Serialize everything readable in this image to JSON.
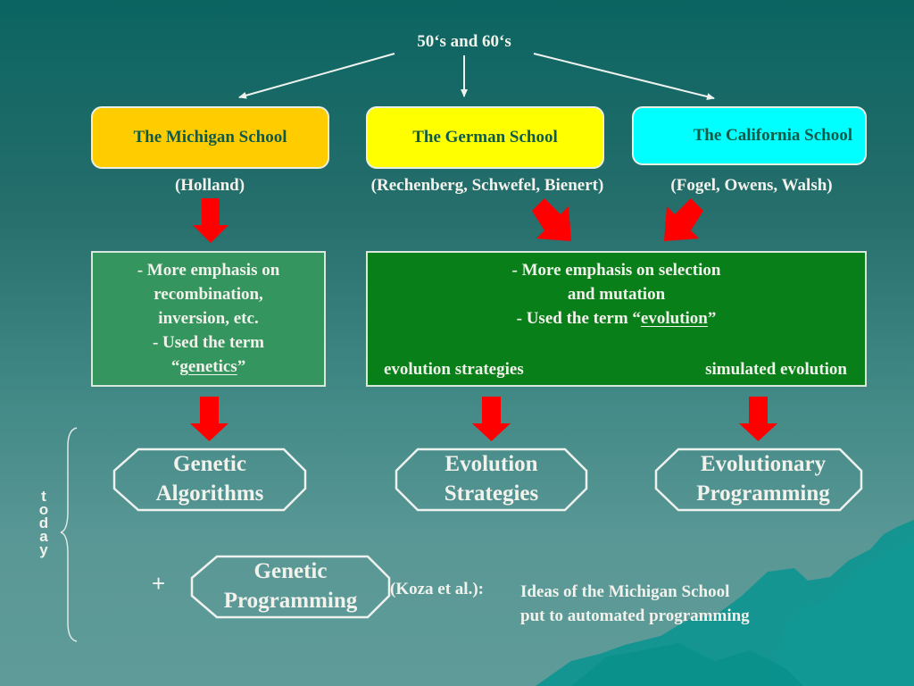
{
  "top_label": "50‘s and 60‘s",
  "schools": [
    {
      "name": "The Michigan School",
      "people": "(Holland)",
      "color": "#ffcc00"
    },
    {
      "name": "The German School",
      "people": "(Rechenberg, Schwefel, Bienert)",
      "color": "#ffff00"
    },
    {
      "name": "The California School",
      "people": "(Fogel, Owens, Walsh)",
      "color": "#00ffff"
    }
  ],
  "michigan_desc": {
    "lines": [
      "- More emphasis on",
      "recombination,",
      "inversion, etc.",
      "- Used the term"
    ],
    "term_open": "“",
    "term": "genetics",
    "term_close": "”",
    "bg_color": "#35955f"
  },
  "german_california_desc": {
    "lines": [
      "- More emphasis on selection",
      "and mutation"
    ],
    "term_prefix": "- Used the term “",
    "term": "evolution",
    "term_close": "”",
    "branch_left": "evolution strategies",
    "branch_right": "simulated evolution",
    "bg_color": "#097f1a"
  },
  "today_label": [
    "t",
    "o",
    "d",
    "a",
    "y"
  ],
  "outcomes": [
    {
      "line1": "Genetic",
      "line2": "Algorithms"
    },
    {
      "line1": "Evolution",
      "line2": "Strategies"
    },
    {
      "line1": "Evolutionary",
      "line2": "Programming"
    }
  ],
  "plus_sign": "+",
  "gp": {
    "line1": "Genetic",
    "line2": "Programming"
  },
  "koza": {
    "attribution": "(Koza et al.):",
    "line1": "Ideas of the Michigan School",
    "line2": "put to automated programming"
  },
  "colors": {
    "arrow_red": "#ff0000",
    "outline_white": "#eef2ee"
  }
}
